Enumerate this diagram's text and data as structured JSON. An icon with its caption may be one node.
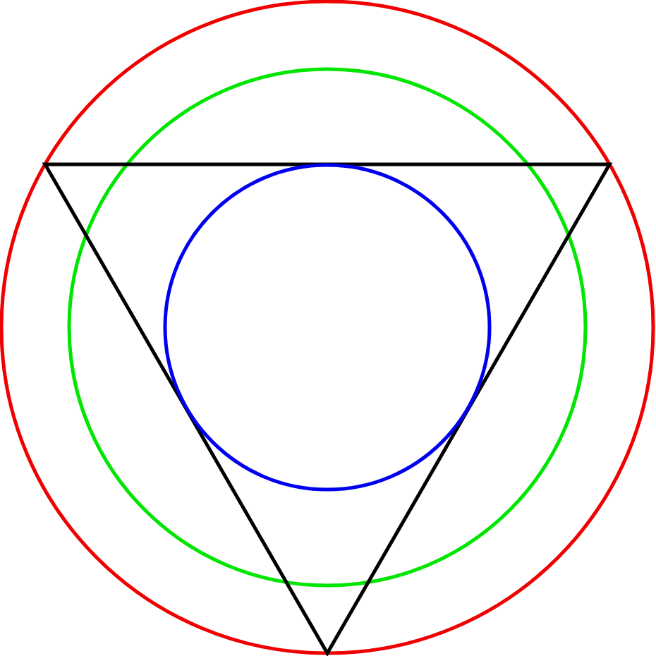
{
  "diagram": {
    "nodes": [
      {
        "text": [],
        "shape": "circle"
      },
      {
        "text": [],
        "shape": "circle",
        "in": 0
      },
      {
        "text": [],
        "shape": "triangle",
        "in": 0
      },
      {
        "text": [],
        "shape": "circle",
        "in": 1
      }
    ]
  }
}
